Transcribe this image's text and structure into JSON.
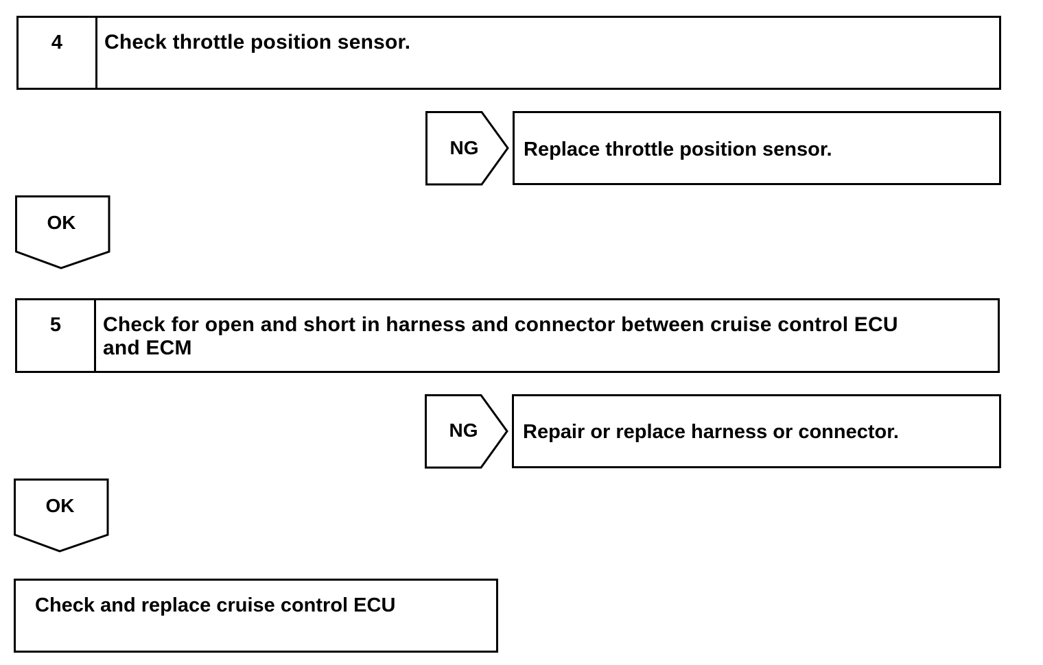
{
  "flowchart": {
    "steps": [
      {
        "number": "4",
        "text": "Check throttle position sensor.",
        "ng_label": "NG",
        "ng_action": "Replace throttle position sensor.",
        "ok_label": "OK"
      },
      {
        "number": "5",
        "text_line1": "Check for open and short in harness and connector between cruise control ECU",
        "text_line2": "and ECM",
        "ng_label": "NG",
        "ng_action": "Repair or replace harness or connector.",
        "ok_label": "OK"
      }
    ],
    "final_action": "Check and replace cruise control ECU"
  }
}
